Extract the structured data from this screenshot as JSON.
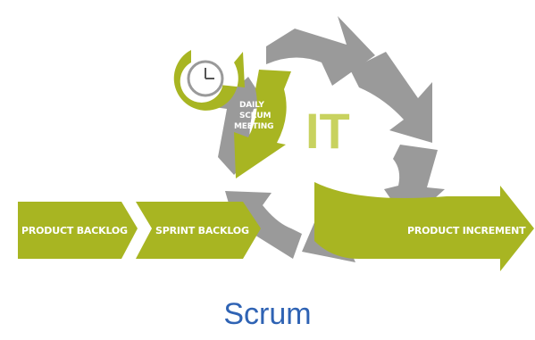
{
  "diagram": {
    "labels": {
      "product_backlog": "PRODUCT BACKLOG",
      "sprint_backlog": "SPRINT BACKLOG",
      "product_increment": "PRODUCT INCREMENT",
      "daily_line1": "DAILY",
      "daily_line2": "SCRUM",
      "daily_line3": "MEETING",
      "center": "IT"
    },
    "colors": {
      "green": "#a8b522",
      "gray": "#9a9a9a",
      "light_green": "#c8d25f"
    },
    "icons": [
      "clock-icon",
      "refresh-arrow-icon"
    ]
  },
  "caption": "Scrum"
}
